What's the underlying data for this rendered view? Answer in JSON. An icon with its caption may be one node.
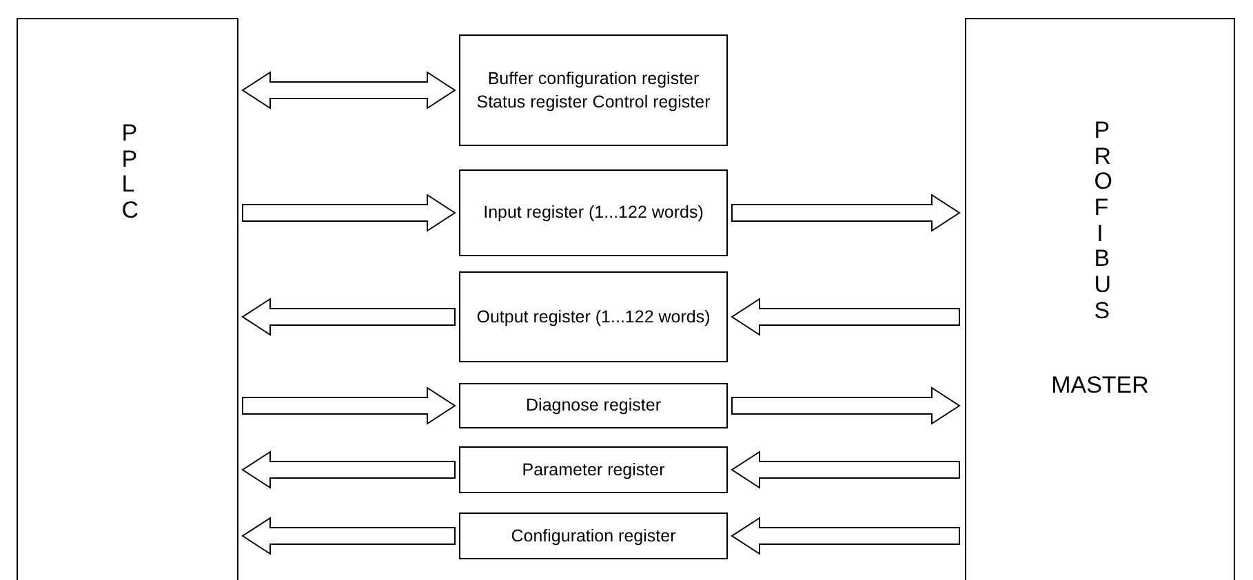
{
  "diagram": {
    "nodes": [
      {
        "text": [
          "PPLC"
        ]
      },
      {
        "text": [
          "Buffer configuration register Status register Control register"
        ]
      },
      {
        "text": [
          "Input register (1...122 words)"
        ]
      },
      {
        "text": [
          "Output register (1...122 words)"
        ]
      },
      {
        "text": [
          "Diagnose register"
        ]
      },
      {
        "text": [
          "Parameter register"
        ]
      },
      {
        "text": [
          "Configuration register"
        ]
      },
      {
        "text": [
          "PROFIBUS",
          "MASTER"
        ]
      }
    ],
    "edges": [
      {
        "from": 0,
        "to": 1,
        "arrow": "both"
      },
      {
        "from": 0,
        "to": 2,
        "arrow": "to"
      },
      {
        "from": 2,
        "to": 7,
        "arrow": "to"
      },
      {
        "from": 7,
        "to": 3,
        "arrow": "to"
      },
      {
        "from": 3,
        "to": 0,
        "arrow": "to"
      },
      {
        "from": 0,
        "to": 4,
        "arrow": "to"
      },
      {
        "from": 4,
        "to": 7,
        "arrow": "to"
      },
      {
        "from": 7,
        "to": 5,
        "arrow": "to"
      },
      {
        "from": 5,
        "to": 0,
        "arrow": "to"
      },
      {
        "from": 7,
        "to": 6,
        "arrow": "to"
      },
      {
        "from": 6,
        "to": 0,
        "arrow": "to"
      }
    ]
  }
}
